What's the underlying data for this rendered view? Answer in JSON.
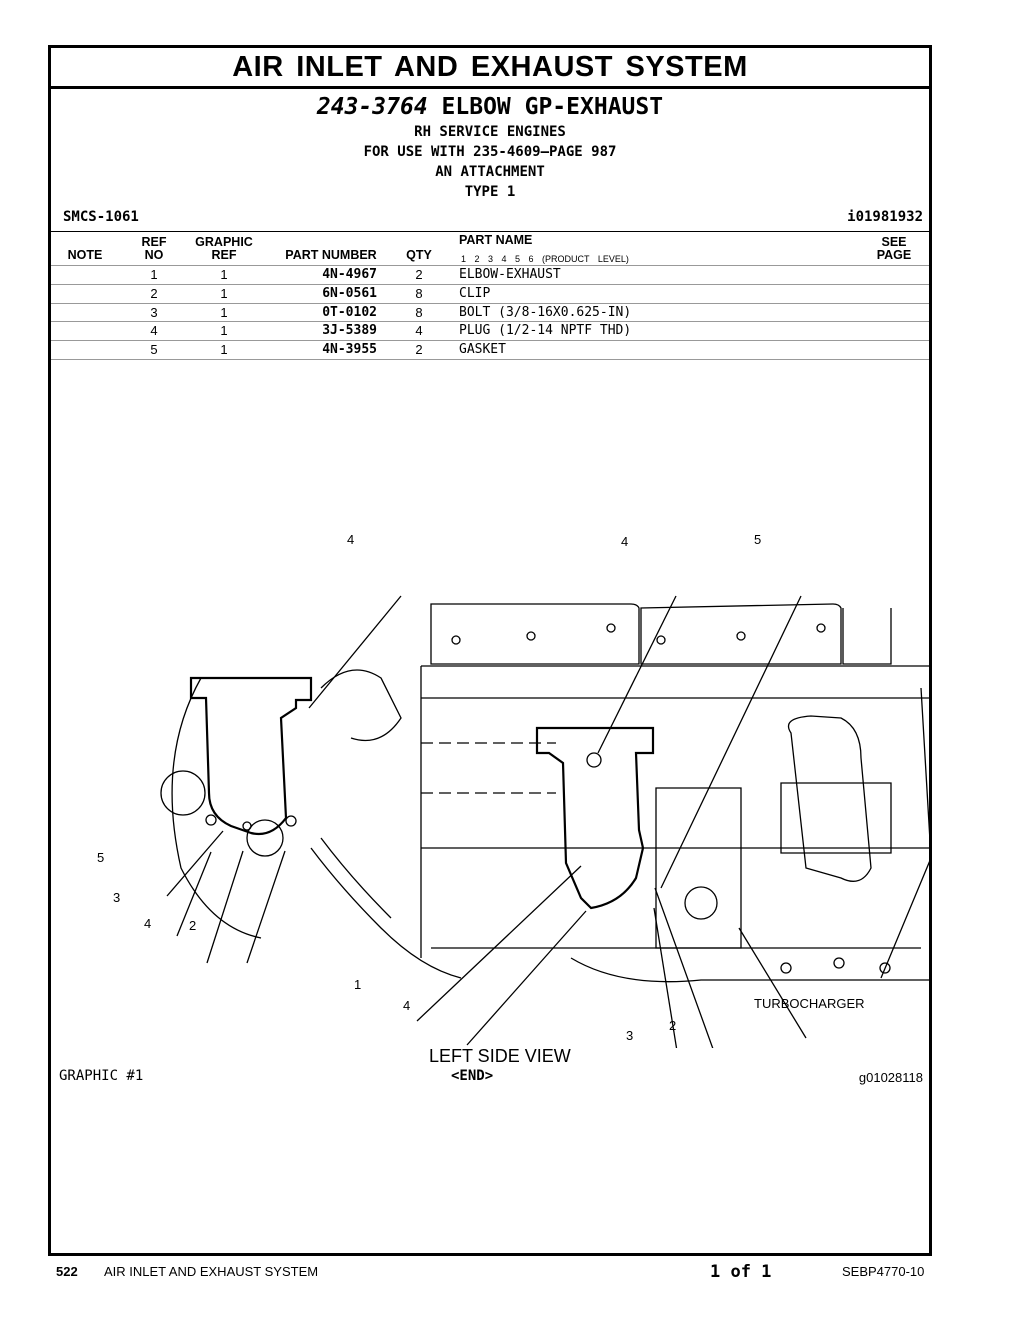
{
  "header": {
    "section_title": "AIR INLET AND EXHAUST SYSTEM",
    "group_number": "243-3764",
    "group_name": "ELBOW GP-EXHAUST",
    "sublines": [
      "RH SERVICE ENGINES",
      "FOR USE WITH 235-4609—PAGE 987",
      "AN ATTACHMENT",
      "TYPE 1"
    ],
    "smcs": "SMCS-1061",
    "illustration_id": "i01981932"
  },
  "table": {
    "col_note": "NOTE",
    "col_ref_top": "REF",
    "col_ref_bottom": "NO",
    "col_graphic_top": "GRAPHIC",
    "col_graphic_bottom": "REF",
    "col_part_number": "PART NUMBER",
    "col_qty": "QTY",
    "col_part_name": "PART NAME",
    "product_levels": "1 2 3 4 5 6 (PRODUCT LEVEL)",
    "col_see_top": "SEE",
    "col_see_bottom": "PAGE",
    "rows": [
      {
        "ref": "1",
        "graphic": "1",
        "part_number": "4N-4967",
        "qty": "2",
        "name": "ELBOW-EXHAUST"
      },
      {
        "ref": "2",
        "graphic": "1",
        "part_number": "6N-0561",
        "qty": "8",
        "name": "CLIP"
      },
      {
        "ref": "3",
        "graphic": "1",
        "part_number": "0T-0102",
        "qty": "8",
        "name": "BOLT (3/8-16X0.625-IN)"
      },
      {
        "ref": "4",
        "graphic": "1",
        "part_number": "3J-5389",
        "qty": "4",
        "name": "PLUG (1/2-14 NPTF THD)"
      },
      {
        "ref": "5",
        "graphic": "1",
        "part_number": "4N-3955",
        "qty": "2",
        "name": "GASKET"
      }
    ]
  },
  "graphic": {
    "callouts": [
      "4",
      "4",
      "5",
      "5",
      "3",
      "4",
      "2",
      "1",
      "4",
      "3",
      "2"
    ],
    "turbo_label": "TURBOCHARGER",
    "view_label": "LEFT SIDE VIEW",
    "graphic_number": "GRAPHIC #1",
    "end_tag": "<END>",
    "graphic_id": "g01028118"
  },
  "footer": {
    "page_number": "522",
    "section": "AIR INLET AND EXHAUST SYSTEM",
    "page_of": "1 of 1",
    "doc_id": "SEBP4770-10"
  }
}
